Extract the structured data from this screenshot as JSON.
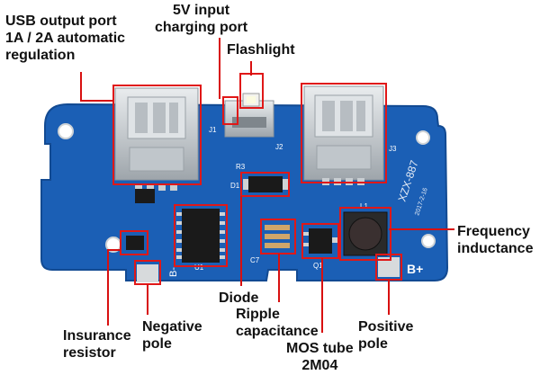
{
  "labels": {
    "usb_port": "USB output port\n1A / 2A automatic\nregulation",
    "input_port": "5V input\ncharging port",
    "flashlight": "Flashlight",
    "frequency_inductance": "Frequency\ninductance",
    "diode": "Diode",
    "ripple_capacitance": "Ripple\ncapacitance",
    "insurance_resistor": "Insurance\nresistor",
    "negative_pole": "Negative\npole",
    "positive_pole": "Positive\npole",
    "mos_tube": "MOS tube\n2M04"
  },
  "silkscreen": {
    "model": "XZX-887",
    "date": "2017-2-16",
    "b_plus": "B+",
    "b_minus": "B-",
    "j1": "J1",
    "j2": "J2",
    "j3": "J3",
    "d1": "D1",
    "l1": "L1",
    "u1": "U1",
    "q1": "Q1",
    "c7": "C7",
    "r3": "R3"
  },
  "colors": {
    "pcb_blue": "#1b5fb5",
    "pcb_dark": "#124a92",
    "highlight_red": "#e01818",
    "callout_line": "#d81010",
    "metal": "#cfd3d6",
    "chip_black": "#1a1a1a"
  }
}
